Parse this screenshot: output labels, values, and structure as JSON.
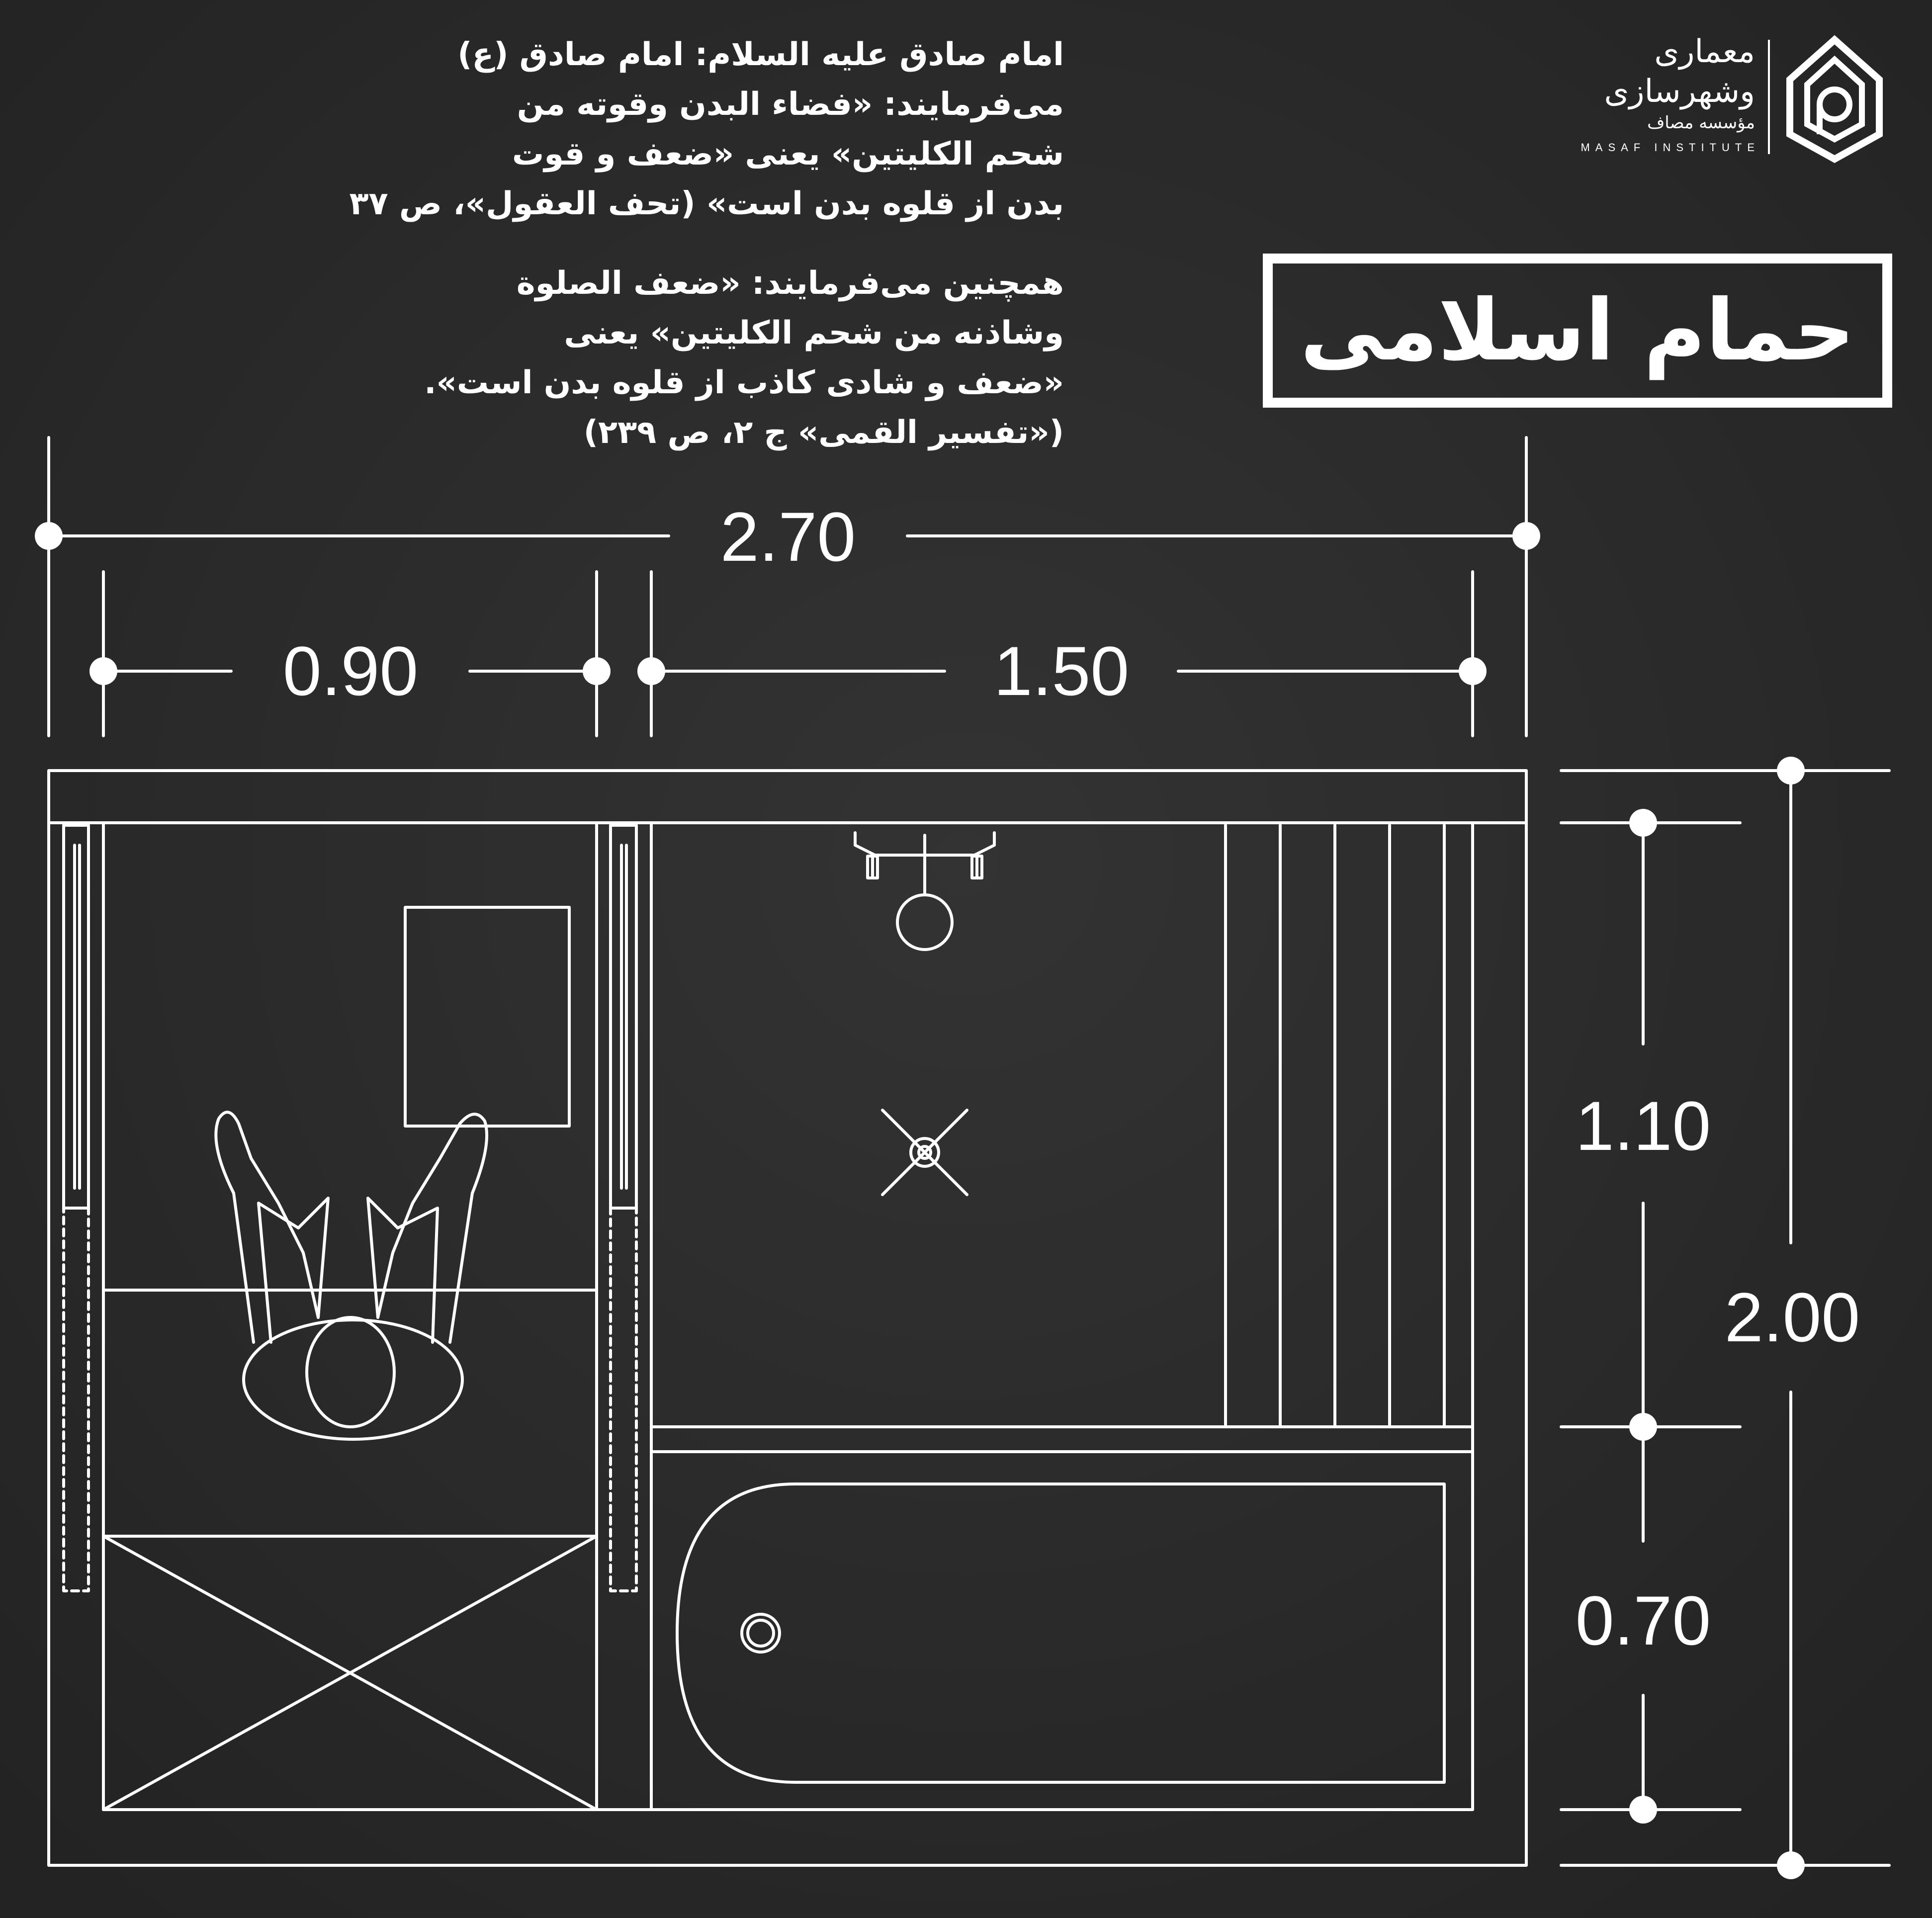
{
  "header": {
    "quote_1": [
      "امام صادق علیه السلام: امام صادق (ع)",
      "می‌فرمایند: «فضاء البدن وقوته من",
      "شحم الکلیتین» یعنی «ضعف و قوت",
      "بدن از قلوه بدن است» (تحف العقول»، ص ۳۷",
      ""
    ],
    "quote_2": [
      "همچنین می‌فرمایند: «ضعف الصلوة",
      "وشاذنه من شحم الکلیتین» یعنی",
      "«ضعف و شادی کاذب از قلوه بدن است».",
      "(«تفسیر القمی» ج ۲، ص ۲۳۹)"
    ]
  },
  "title": "حمام اسلامی",
  "logo": {
    "name_line1": "معماری",
    "name_line2": "وشهرسازی",
    "name_line3": "مؤسسه مصاف",
    "latin": "MASAF INSTITUTE"
  },
  "dimensions": {
    "total_width": "2.70",
    "left_width": "0.90",
    "right_width": "1.50",
    "upper_depth": "1.10",
    "total_depth": "2.00",
    "lower_depth": "0.70"
  },
  "colors": {
    "background": "#2a2a2a",
    "line": "#ffffff"
  }
}
